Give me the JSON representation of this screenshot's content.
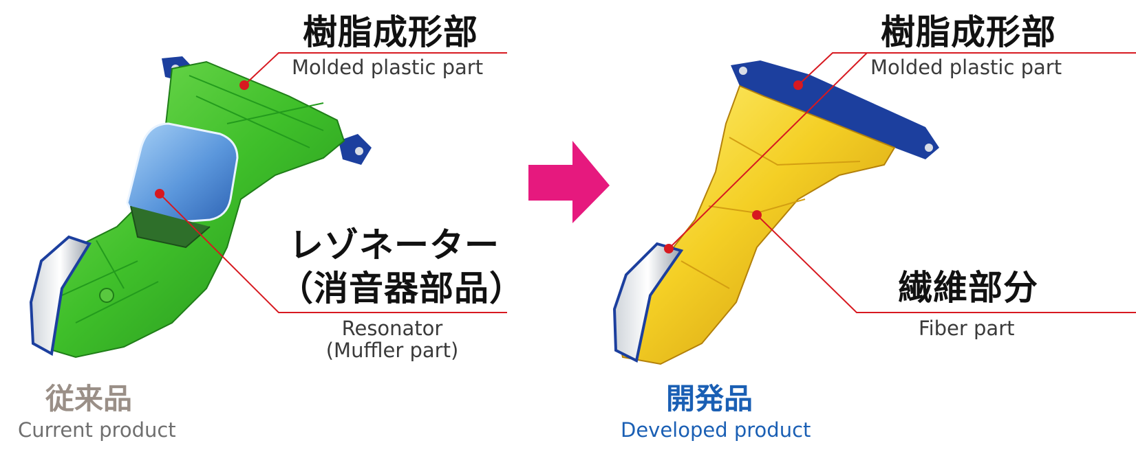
{
  "colors": {
    "leader_line": "#d71920",
    "arrow": "#e6197e",
    "current_caption": "#9a8f87",
    "developed_caption": "#1a5fb4",
    "green_body": "#3fbf2a",
    "blue_resonator": "#4a8fd8",
    "yellow_body": "#f2c21b",
    "navy_parts": "#1c3f9e"
  },
  "left": {
    "molded_jp": "樹脂成形部",
    "molded_en": "Molded plastic part",
    "resonator_jp_line1": "レゾネーター",
    "resonator_jp_line2": "（消音器部品）",
    "resonator_en_line1": "Resonator",
    "resonator_en_line2": "(Muffler part)",
    "caption_jp": "従来品",
    "caption_en": "Current product"
  },
  "right": {
    "molded_jp": "樹脂成形部",
    "molded_en": "Molded plastic part",
    "fiber_jp": "繊維部分",
    "fiber_en": "Fiber part",
    "caption_jp": "開発品",
    "caption_en": "Developed product"
  },
  "icons": {
    "arrow": "right-arrow-icon"
  }
}
